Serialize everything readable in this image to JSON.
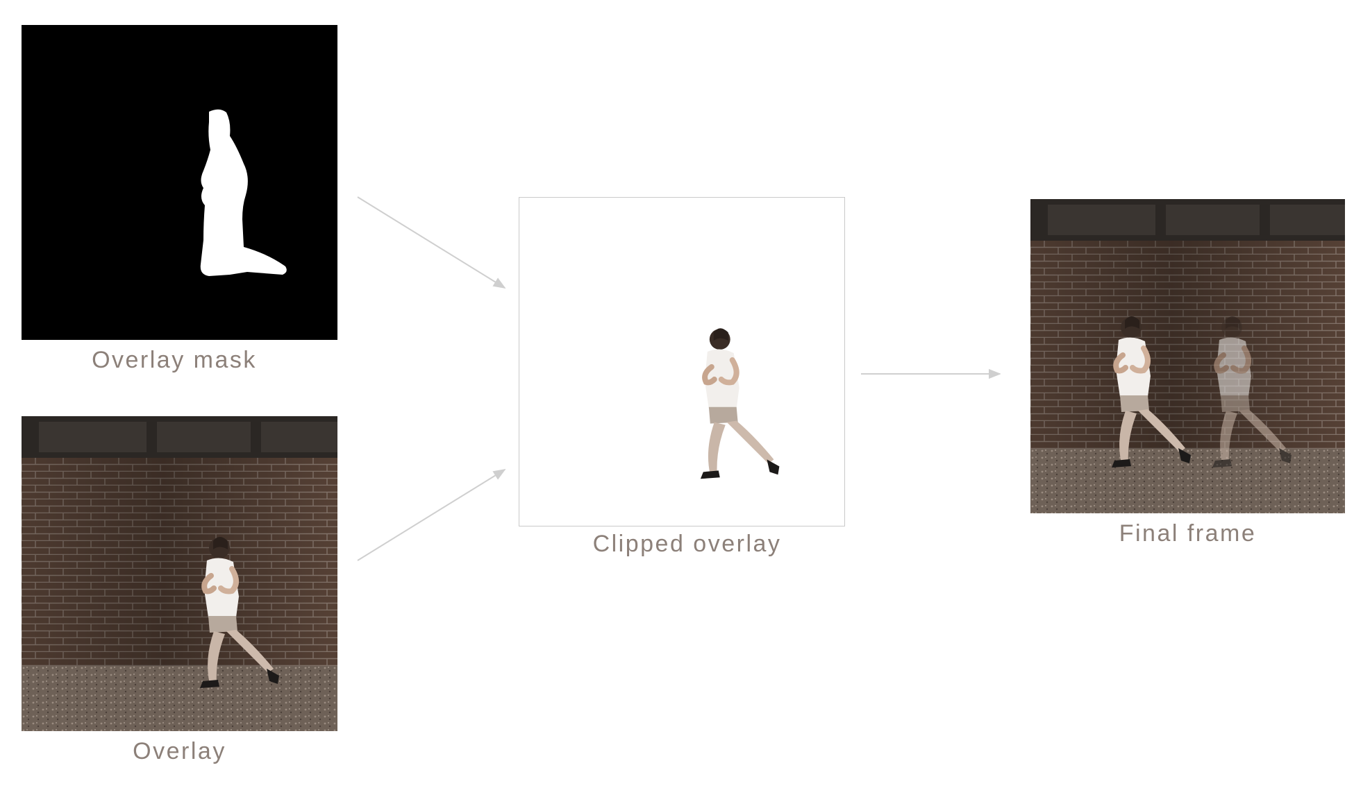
{
  "panels": {
    "mask": {
      "caption": "Overlay mask"
    },
    "overlay": {
      "caption": "Overlay"
    },
    "clipped": {
      "caption": "Clipped overlay"
    },
    "final": {
      "caption": "Final frame"
    }
  },
  "colors": {
    "caption_text": "#8c8079",
    "arrow": "#cfcfcf",
    "brick": "#5a4438",
    "mortar": "#8a7a70",
    "window": "#2b2724",
    "ground": "#6e6157"
  },
  "icons": [
    "arrow-right-icon"
  ]
}
